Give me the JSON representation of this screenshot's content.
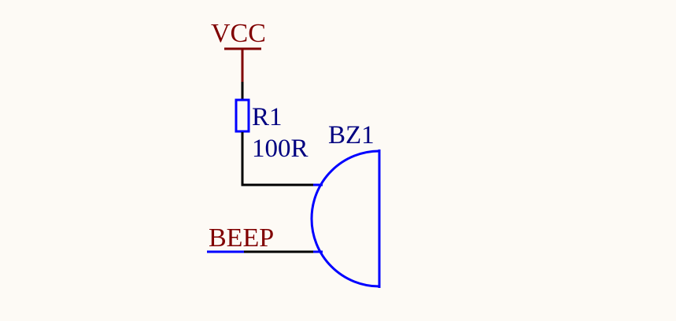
{
  "schematic": {
    "power_net": {
      "label": "VCC",
      "color": "#800000"
    },
    "resistor": {
      "designator": "R1",
      "value": "100R",
      "color": "#0000ff",
      "text_color": "#000080"
    },
    "buzzer": {
      "designator": "BZ1",
      "color": "#0000ff",
      "text_color": "#000080"
    },
    "signal_net": {
      "label": "BEEP",
      "color": "#800000"
    },
    "wire_color": "#000000",
    "background": "#fdfaf5"
  }
}
